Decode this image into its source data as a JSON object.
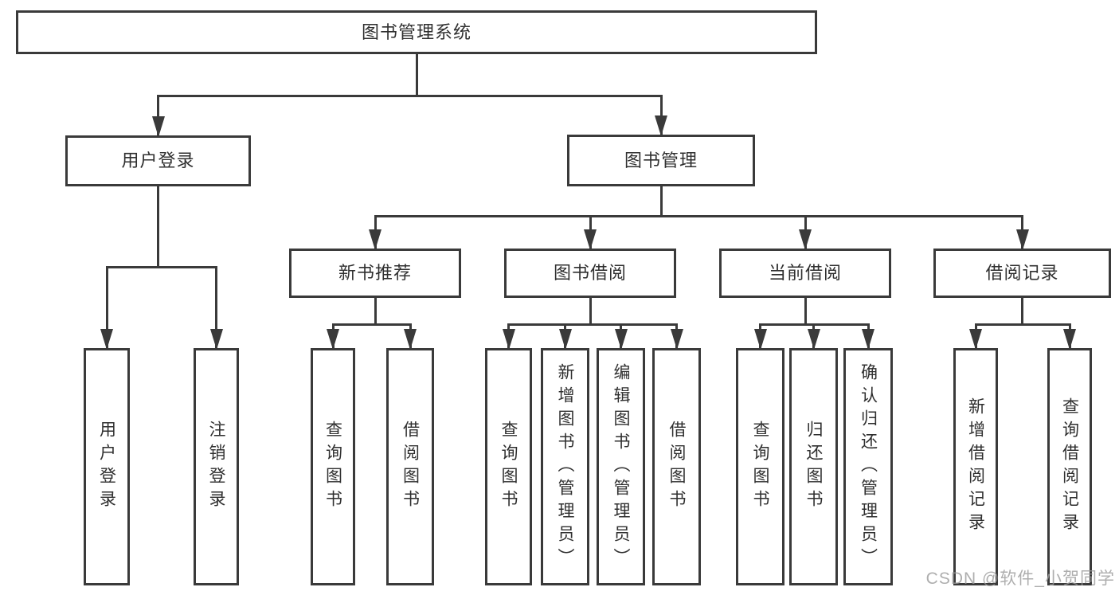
{
  "title": "图书管理系统",
  "watermark": {
    "text": "CSDN @软件_小贺同学"
  },
  "colors": {
    "line": "#3a3a3a",
    "box_border": "#3a3a3a",
    "text": "#2f2f2f",
    "background": "#ffffff",
    "watermark": "#9a9a9a"
  },
  "nodes": [
    {
      "id": "library-system",
      "label": "图书管理系统"
    },
    {
      "id": "user-login",
      "label": "用户登录"
    },
    {
      "id": "book-management",
      "label": "图书管理"
    },
    {
      "id": "new-book-recommend",
      "label": "新书推荐"
    },
    {
      "id": "book-borrowing",
      "label": "图书借阅"
    },
    {
      "id": "current-borrowing",
      "label": "当前借阅"
    },
    {
      "id": "borrow-records",
      "label": "借阅记录"
    },
    {
      "id": "user-login-action",
      "label": "用户登录"
    },
    {
      "id": "logout-action",
      "label": "注销登录"
    },
    {
      "id": "query-books-recommend",
      "label": "查询图书"
    },
    {
      "id": "borrow-books-recommend",
      "label": "借阅图书"
    },
    {
      "id": "query-books-borrowing",
      "label": "查询图书"
    },
    {
      "id": "add-books-admin",
      "label": "新增图书（管理员）"
    },
    {
      "id": "edit-books-admin",
      "label": "编辑图书（管理员）"
    },
    {
      "id": "borrow-books-borrowing",
      "label": "借阅图书"
    },
    {
      "id": "query-books-current",
      "label": "查询图书"
    },
    {
      "id": "return-books",
      "label": "归还图书"
    },
    {
      "id": "confirm-return-admin",
      "label": "确认归还（管理员）"
    },
    {
      "id": "add-borrow-record",
      "label": "新增借阅记录"
    },
    {
      "id": "query-borrow-record",
      "label": "查询借阅记录"
    }
  ],
  "edges": [
    {
      "from": "library-system",
      "to": [
        "user-login",
        "book-management"
      ]
    },
    {
      "from": "user-login",
      "to": [
        "user-login-action",
        "logout-action"
      ]
    },
    {
      "from": "book-management",
      "to": [
        "new-book-recommend",
        "book-borrowing",
        "current-borrowing",
        "borrow-records"
      ]
    },
    {
      "from": "new-book-recommend",
      "to": [
        "query-books-recommend",
        "borrow-books-recommend"
      ]
    },
    {
      "from": "book-borrowing",
      "to": [
        "query-books-borrowing",
        "add-books-admin",
        "edit-books-admin",
        "borrow-books-borrowing"
      ]
    },
    {
      "from": "current-borrowing",
      "to": [
        "query-books-current",
        "return-books",
        "confirm-return-admin"
      ]
    },
    {
      "from": "borrow-records",
      "to": [
        "add-borrow-record",
        "query-borrow-record"
      ]
    }
  ]
}
